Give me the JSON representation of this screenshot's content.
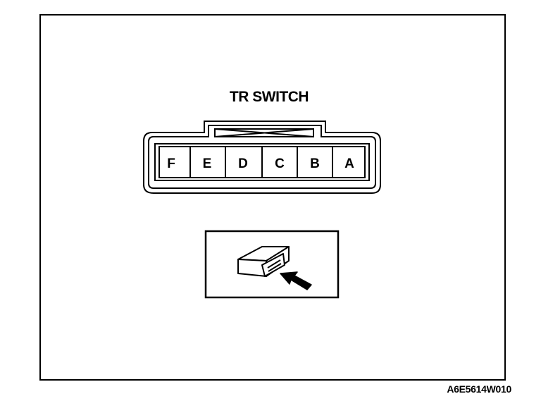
{
  "diagram": {
    "title": "TR SWITCH",
    "pins": [
      "F",
      "E",
      "D",
      "C",
      "B",
      "A"
    ],
    "figure_code": "A6E5614W010"
  }
}
